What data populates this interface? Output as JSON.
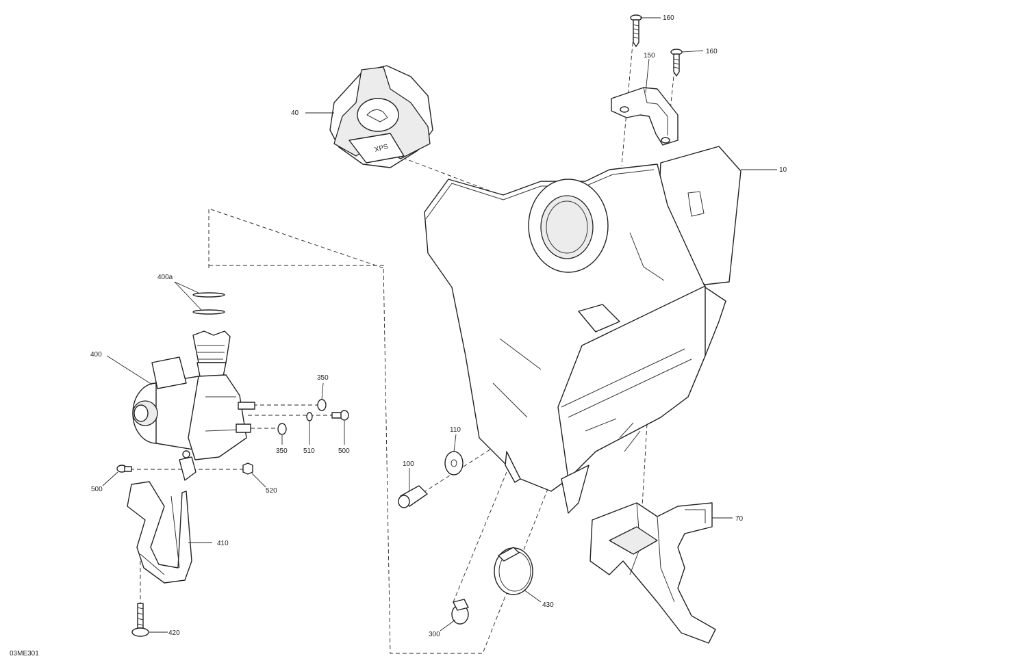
{
  "drawing_number": "03ME301",
  "callouts": [
    {
      "id": "c160a",
      "label": "160"
    },
    {
      "id": "c160b",
      "label": "160"
    },
    {
      "id": "c150",
      "label": "150"
    },
    {
      "id": "c40",
      "label": "40"
    },
    {
      "id": "c10",
      "label": "10"
    },
    {
      "id": "c400a",
      "label": "400a"
    },
    {
      "id": "c400",
      "label": "400"
    },
    {
      "id": "c350a",
      "label": "350"
    },
    {
      "id": "c350b",
      "label": "350"
    },
    {
      "id": "c510",
      "label": "510"
    },
    {
      "id": "c500a",
      "label": "500"
    },
    {
      "id": "c500b",
      "label": "500"
    },
    {
      "id": "c520",
      "label": "520"
    },
    {
      "id": "c110",
      "label": "110"
    },
    {
      "id": "c100",
      "label": "100"
    },
    {
      "id": "c410",
      "label": "410"
    },
    {
      "id": "c70",
      "label": "70"
    },
    {
      "id": "c430",
      "label": "430"
    },
    {
      "id": "c300",
      "label": "300"
    },
    {
      "id": "c420",
      "label": "420"
    }
  ],
  "cap_markings": {
    "brand": "XPS",
    "symbol": "oil-can-icon"
  },
  "colors": {
    "line": "#222222",
    "background": "#ffffff",
    "shade": "#ececec"
  }
}
